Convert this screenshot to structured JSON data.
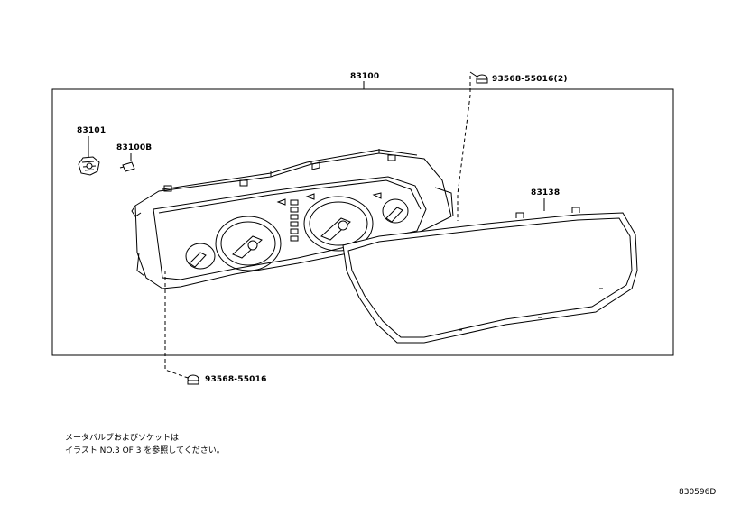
{
  "parts": {
    "assembly": "83100",
    "bulb_holder": "83101",
    "bulb": "83100B",
    "lens": "83138",
    "screw_upper": "93568-55016(2)",
    "screw_lower": "93568-55016"
  },
  "note": {
    "line1": "メータバルブおよびソケットは",
    "line2": "イラスト NO.3 OF 3 を参照してください。"
  },
  "drawing_id": "830596D"
}
